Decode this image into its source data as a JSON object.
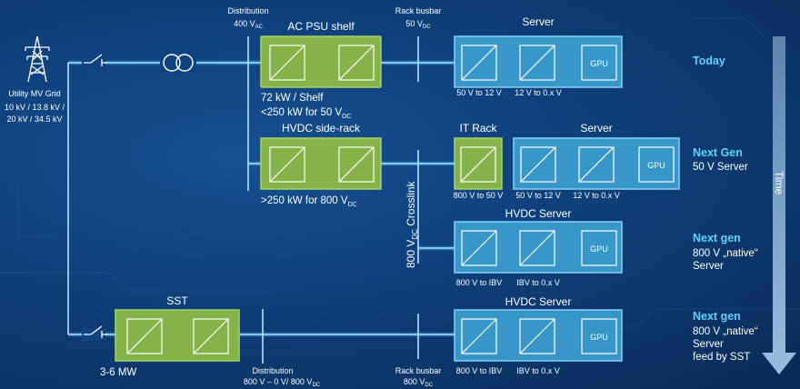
{
  "grid": {
    "label_line1": "Utility MV Grid",
    "label_line2": "10 kV / 13.8 kV /",
    "label_line3": "20 kV / 34.5 kV",
    "icon": "power-tower-icon"
  },
  "top_labels": {
    "distribution": "Distribution",
    "distribution_v": "400 V",
    "distribution_sub": "AC",
    "rack_busbar": "Rack busbar",
    "rack_busbar_v": "50 V",
    "rack_busbar_sub": "DC"
  },
  "row_today": {
    "shelf_title": "AC PSU shelf",
    "shelf_note1": "72 kW / Shelf",
    "shelf_note2": "<250 kW for 50 V",
    "shelf_note2_sub": "DC",
    "server_title": "Server",
    "conv1_label": "50 V to 12 V",
    "conv2_label": "12 V to 0.x V",
    "gpu": "GPU",
    "tag": "Today"
  },
  "row_nextgen50": {
    "sidecar_title": "HVDC side-rack",
    "sidecar_note": ">250 kW for 800 V",
    "sidecar_note_sub": "DC",
    "itrack_title": "IT Rack",
    "itrack_conv_label": "800 V to 50 V",
    "server_title": "Server",
    "conv1_label": "50 V to 12 V",
    "conv2_label": "12 V to 0.x V",
    "gpu": "GPU",
    "tag": "Next Gen",
    "tag_sub": "50 V Server"
  },
  "crosslink": {
    "label_pre": "800 V",
    "label_sub": "DC",
    "label_post": " Crosslink"
  },
  "row_native": {
    "server_title": "HVDC Server",
    "conv1_label": "800 V to IBV",
    "conv2_label": "IBV to 0.x V",
    "gpu": "GPU",
    "tag": "Next gen",
    "tag_sub1": "800 V „native“",
    "tag_sub2": "Server"
  },
  "row_sst": {
    "sst_title": "SST",
    "sst_note": "3-6 MW",
    "distribution": "Distribution",
    "distribution_v": "800 V – 0 V/ 800 V",
    "distribution_sub": "DC",
    "rack_busbar": "Rack busbar",
    "rack_busbar_v": "800 V",
    "rack_busbar_sub": "DC",
    "server_title": "HVDC Server",
    "conv1_label": "800 V to IBV",
    "conv2_label": "IBV to 0.x V",
    "gpu": "GPU",
    "tag": "Next gen",
    "tag_sub1": "800 V „native“",
    "tag_sub2": "Server",
    "tag_sub3": "feed by SST"
  },
  "time_axis": {
    "label": "Time"
  },
  "colors": {
    "green_box": "#86b24a",
    "blue_box": "#3a9ccd",
    "accent": "#5fd2ff",
    "background": "#0f4380"
  }
}
